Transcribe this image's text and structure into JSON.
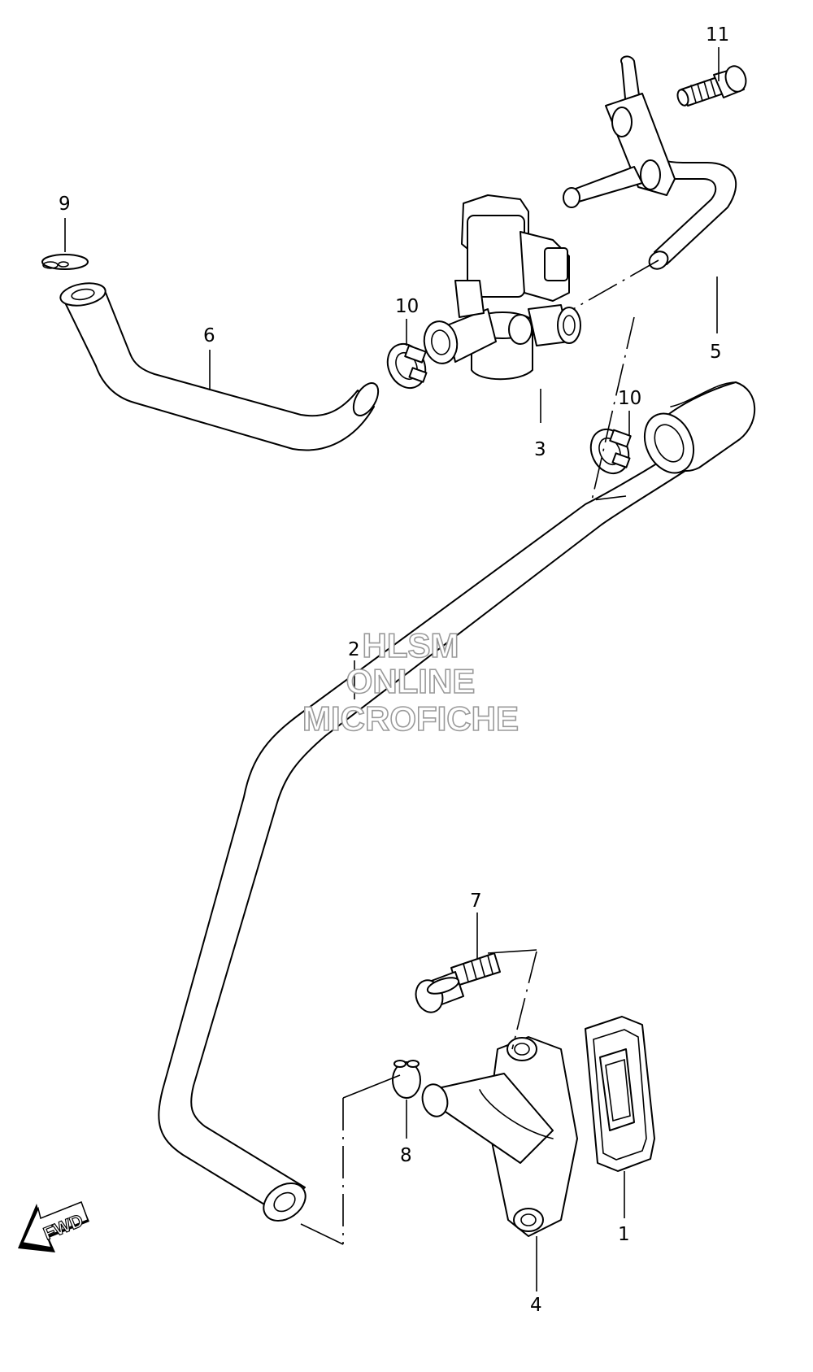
{
  "callouts": {
    "p1": "1",
    "p2": "2",
    "p3": "3",
    "p4": "4",
    "p5": "5",
    "p6": "6",
    "p7": "7",
    "p8": "8",
    "p9": "9",
    "p10a": "10",
    "p10b": "10",
    "p11": "11"
  },
  "watermark": {
    "line1": "HLSM",
    "line2": "ONLINE",
    "line3": "MICROFICHE"
  },
  "fwd_badge": {
    "label": "FWD"
  }
}
